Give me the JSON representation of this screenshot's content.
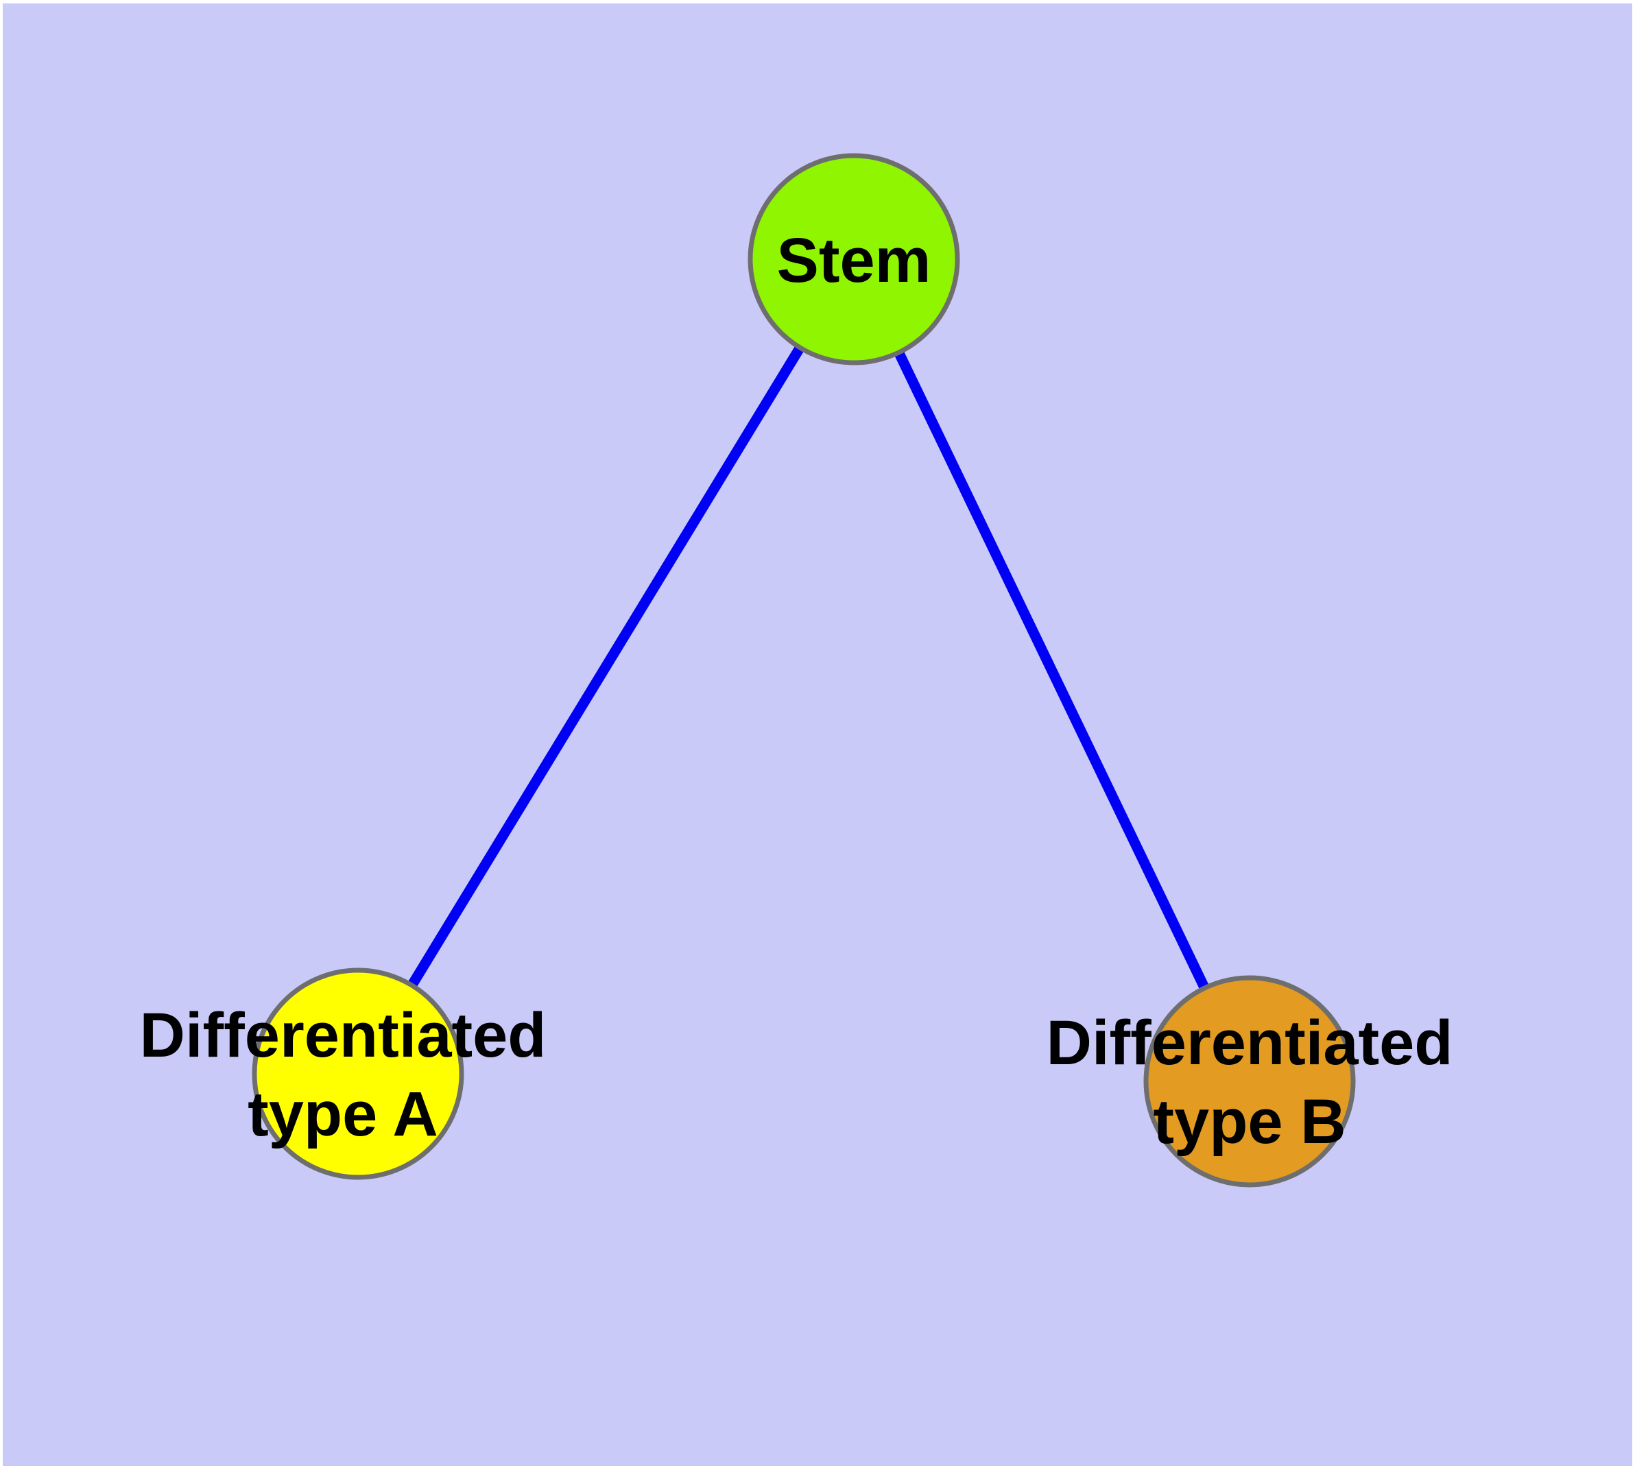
{
  "diagram": {
    "background_color": "#CACAF8",
    "margin_color": "#FFFFFF",
    "edge_color": "#0000F5",
    "node_border_color": "#6E6E6E",
    "label_color": "#000000",
    "nodes": {
      "stem": {
        "label": "Stem",
        "fill": "#8FF500"
      },
      "type_a": {
        "label_line1": "Differentiated",
        "label_line2": "type A",
        "fill": "#FFFF00"
      },
      "type_b": {
        "label_line1": "Differentiated",
        "label_line2": "type B",
        "fill": "#E39B21"
      }
    },
    "edges": [
      {
        "from": "Stem",
        "to": "Differentiated type A"
      },
      {
        "from": "Stem",
        "to": "Differentiated type B"
      }
    ]
  }
}
